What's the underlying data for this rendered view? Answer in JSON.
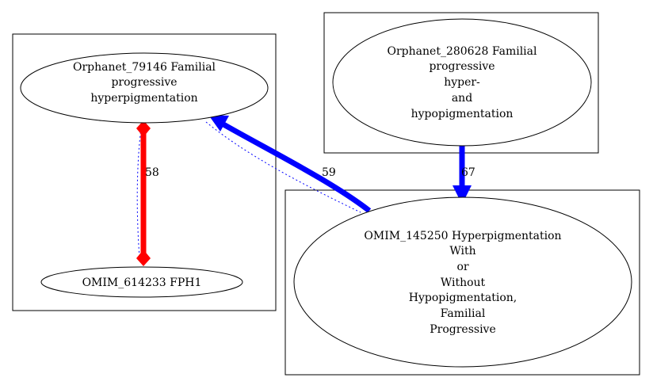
{
  "clusters": [
    {
      "id": "left"
    },
    {
      "id": "top-right"
    },
    {
      "id": "bottom-right"
    }
  ],
  "nodes": [
    {
      "id": "orphanet-79146",
      "lines": [
        "Orphanet_79146 Familial",
        "progressive",
        "hyperpigmentation"
      ]
    },
    {
      "id": "omim-614233",
      "lines": [
        "OMIM_614233 FPH1"
      ]
    },
    {
      "id": "orphanet-280628",
      "lines": [
        "Orphanet_280628 Familial",
        "progressive",
        "hyper-",
        "and",
        "hypopigmentation"
      ]
    },
    {
      "id": "omim-145250",
      "lines": [
        "OMIM_145250 Hyperpigmentation",
        "With",
        "or",
        "Without",
        "Hypopigmentation,",
        "Familial",
        "Progressive"
      ]
    }
  ],
  "edges": [
    {
      "id": "edge-58",
      "label": "58",
      "color": "#ff0000",
      "style": "bidirectional-diamond"
    },
    {
      "id": "edge-59",
      "label": "59",
      "color": "#0000ff",
      "style": "arrow"
    },
    {
      "id": "edge-67",
      "label": "67",
      "color": "#0000ff",
      "style": "arrow"
    }
  ],
  "colors": {
    "red": "#ff0000",
    "blue": "#0000ff",
    "line": "#000000"
  }
}
